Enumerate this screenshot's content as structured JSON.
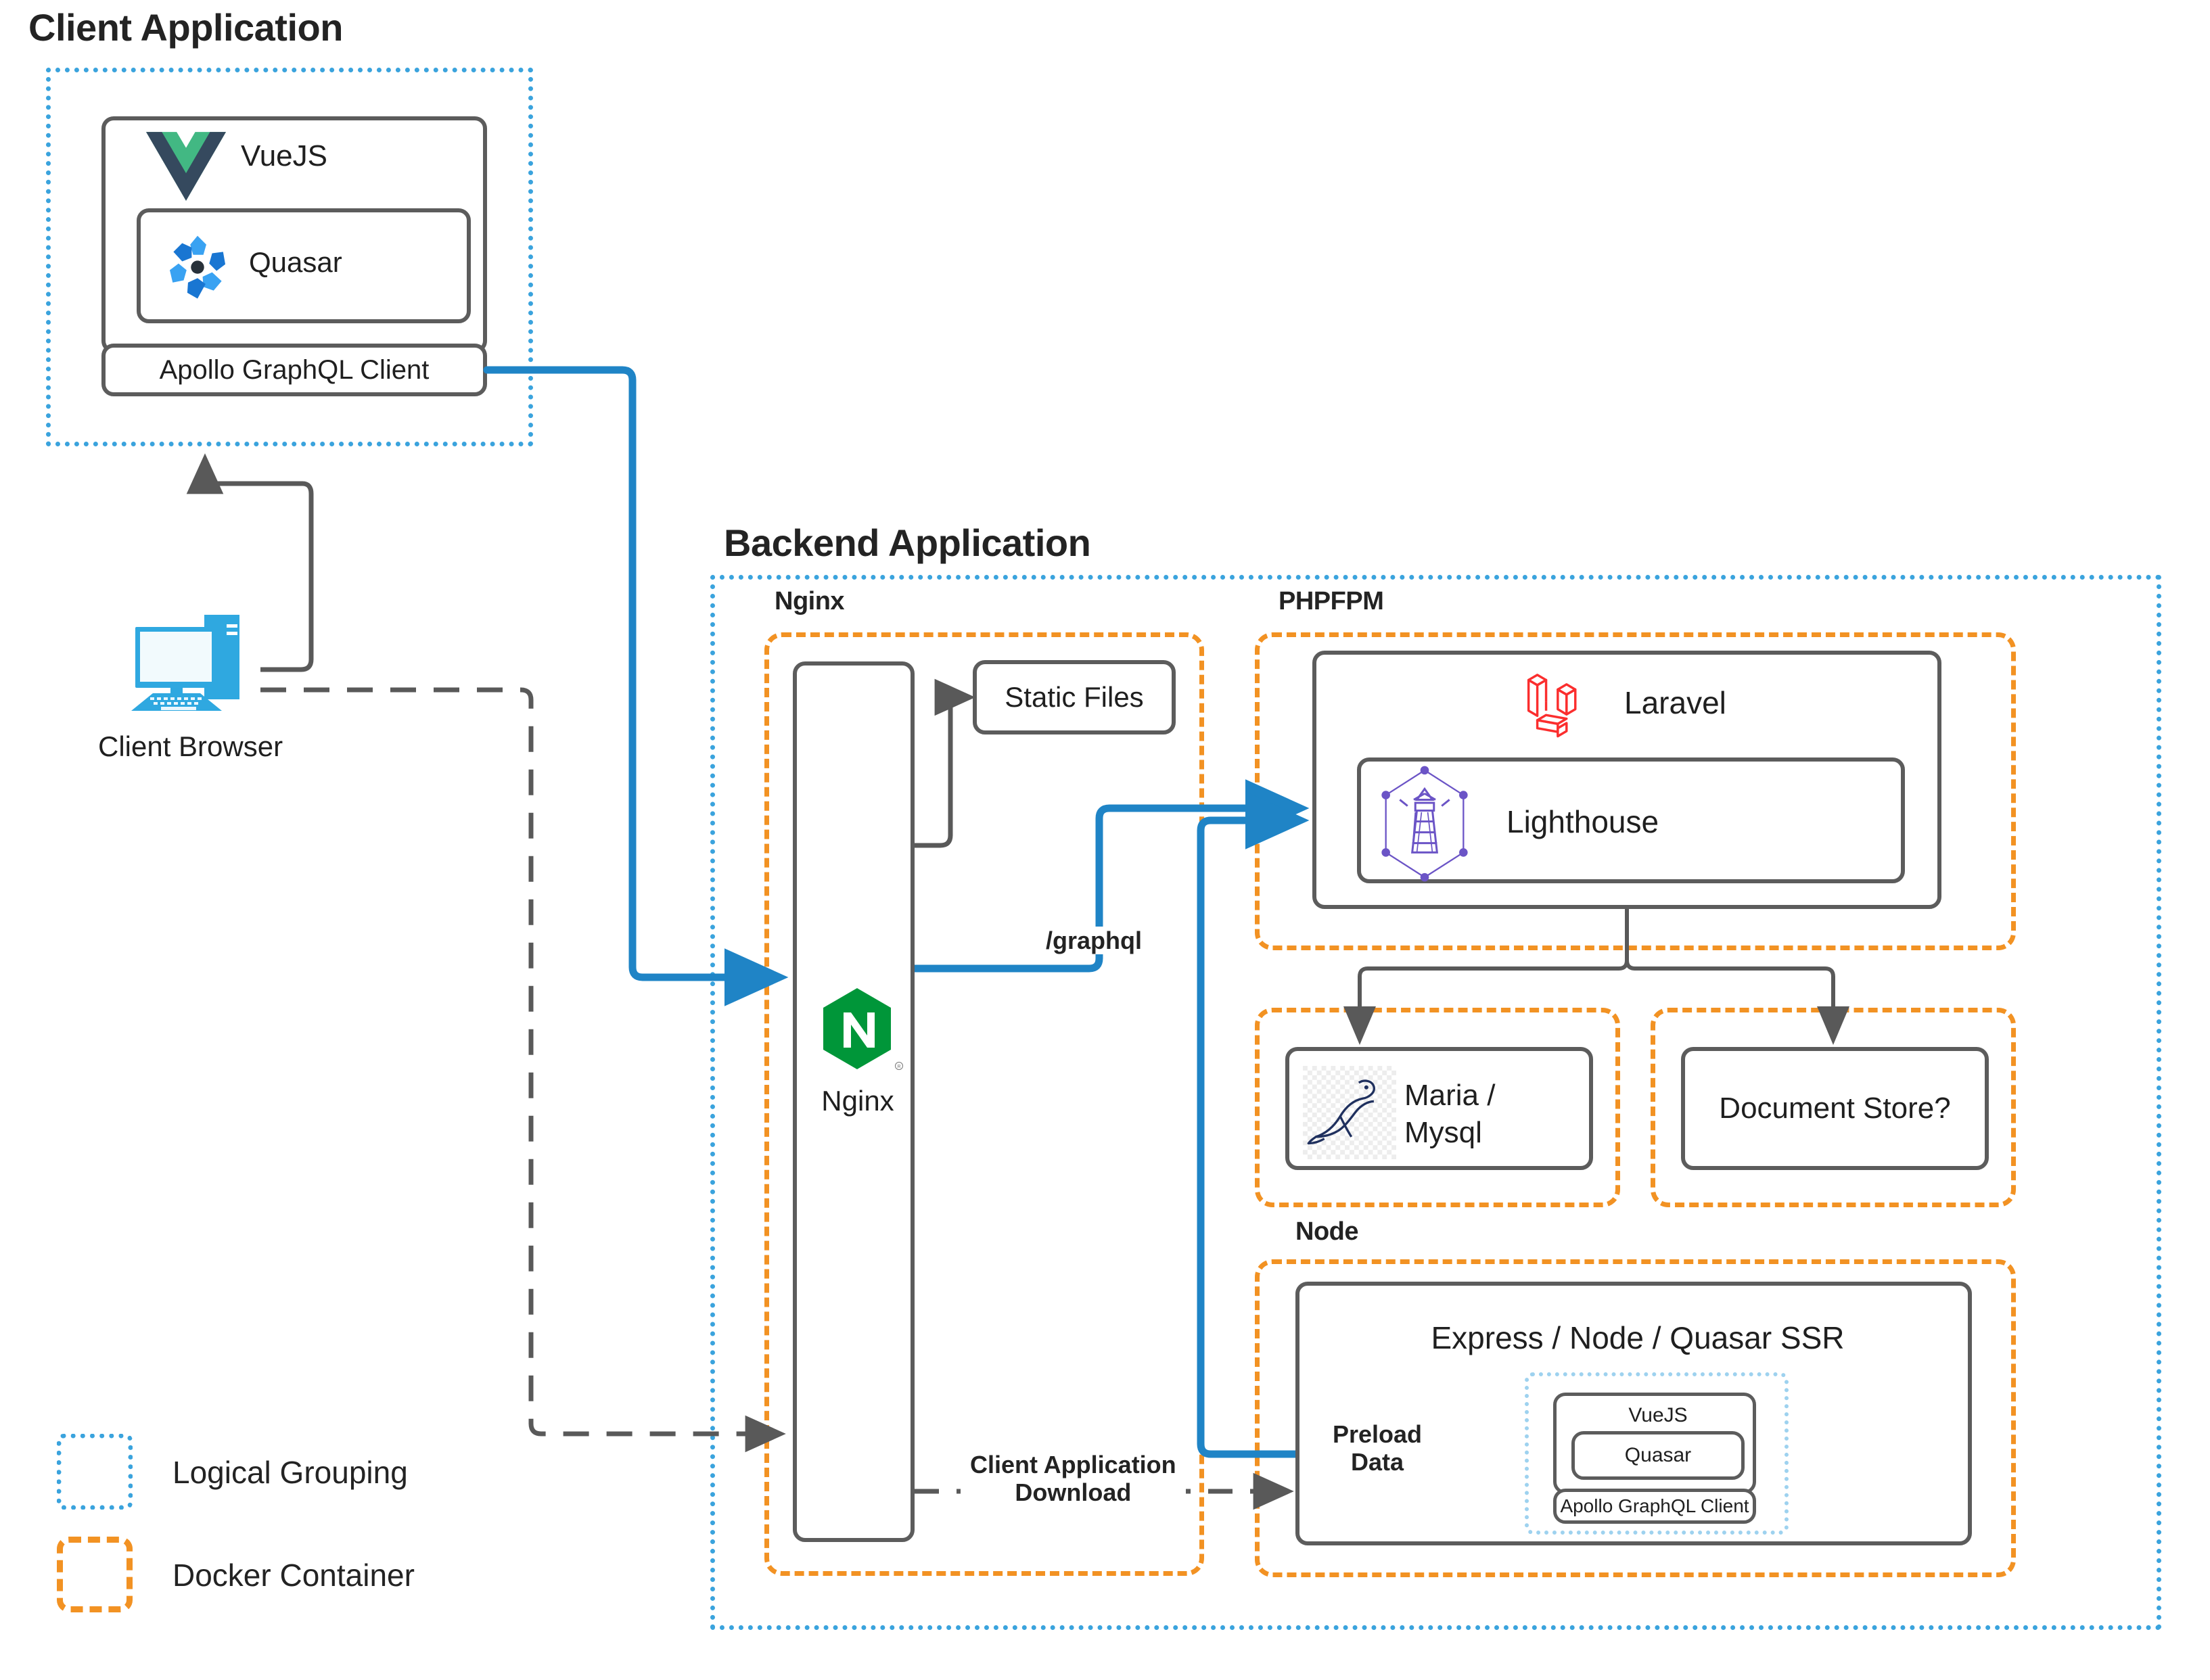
{
  "groups": {
    "client_application": {
      "title": "Client Application"
    },
    "backend_application": {
      "title": "Backend Application"
    }
  },
  "containers": {
    "nginx": {
      "title": "Nginx"
    },
    "phpfpm": {
      "title": "PHPFPM"
    },
    "node": {
      "title": "Node"
    }
  },
  "client_app": {
    "vuejs": {
      "label": "VueJS",
      "icon": "vuejs-logo"
    },
    "quasar": {
      "label": "Quasar",
      "icon": "quasar-logo"
    },
    "apollo": {
      "label": "Apollo GraphQL Client"
    }
  },
  "client_browser": {
    "label": "Client Browser",
    "icon": "desktop-computer-icon"
  },
  "nginx_node": {
    "label": "Nginx",
    "icon": "nginx-logo"
  },
  "static_files": {
    "label": "Static Files"
  },
  "laravel": {
    "label": "Laravel",
    "icon": "laravel-logo"
  },
  "lighthouse": {
    "label": "Lighthouse",
    "icon": "lighthouse-logo"
  },
  "maria": {
    "label": "Maria /\nMysql",
    "icon": "mariadb-seal-logo"
  },
  "document_store": {
    "label": "Document Store?"
  },
  "ssr": {
    "title": "Express / Node / Quasar SSR",
    "vuejs": {
      "label": "VueJS"
    },
    "quasar": {
      "label": "Quasar"
    },
    "apollo": {
      "label": "Apollo GraphQL Client"
    }
  },
  "edges": {
    "graphql": {
      "label": "/graphql"
    },
    "preload": {
      "label": "Preload\nData"
    },
    "download": {
      "label": "Client Application\nDownload"
    }
  },
  "legend": {
    "logical": {
      "label": "Logical Grouping"
    },
    "docker": {
      "label": "Docker Container"
    }
  },
  "colors": {
    "logical_border": "#3aa3dd",
    "docker_border": "#f29223",
    "node_border": "#5c5c5c",
    "flow_blue": "#1f84c6",
    "flow_gray": "#595959",
    "vue_green": "#42b883",
    "vue_dark": "#35495e",
    "quasar_blue": "#1976d2",
    "nginx_green": "#009639",
    "laravel_red": "#fb2e2e",
    "lighthouse_purple": "#6b54c6",
    "maria_navy": "#1f305e",
    "browser_blue": "#2fa8e0"
  }
}
